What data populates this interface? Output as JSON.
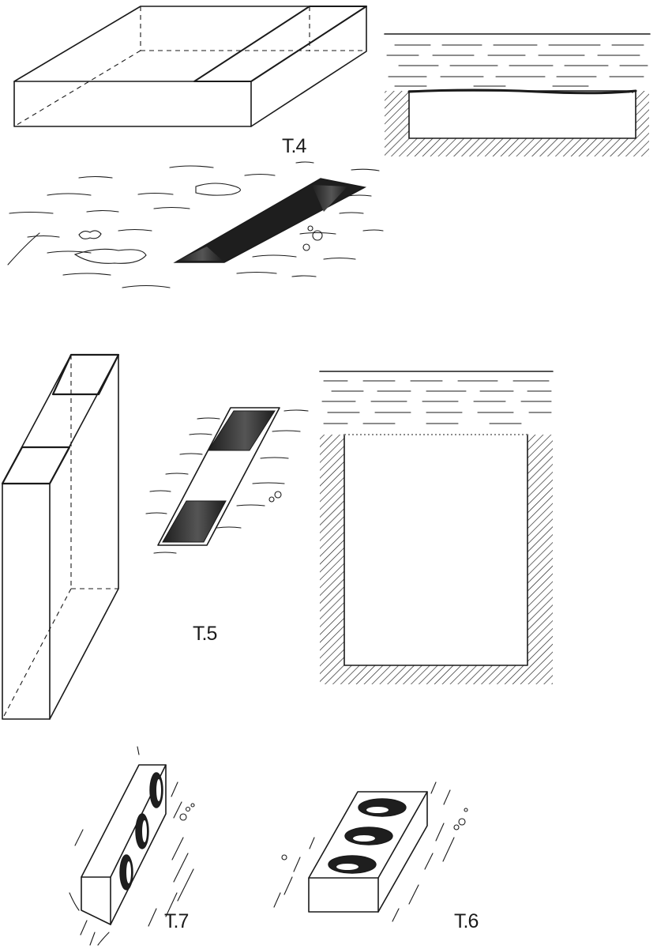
{
  "figure": {
    "labels": {
      "t4": "T.4",
      "t5": "T.5",
      "t6": "T.6",
      "t7": "T.7"
    },
    "colors": {
      "ink": "#1a1a1a",
      "background": "#ffffff"
    }
  }
}
